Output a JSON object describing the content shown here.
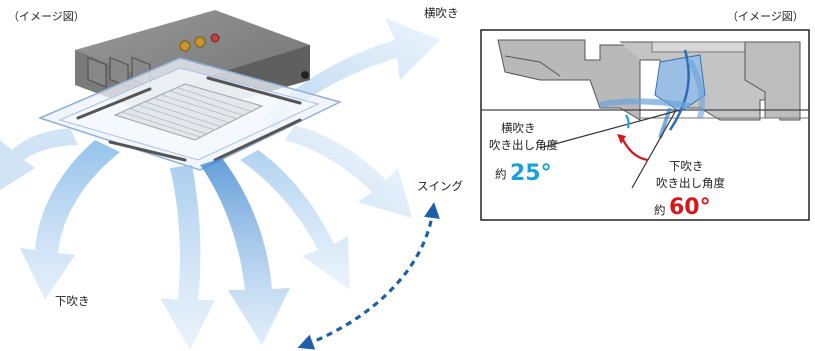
{
  "left_diagram": {
    "caption": "（イメージ図）",
    "label_side_blow": "横吹き",
    "label_down_blow": "下吹き",
    "label_swing": "スイング"
  },
  "right_diagram": {
    "caption": "（イメージ図）",
    "side_title_line1": "横吹き",
    "side_title_line2": "吹き出し角度",
    "side_approx": "約",
    "side_angle": "25°",
    "side_angle_value": 25,
    "down_title_line1": "下吹き",
    "down_title_line2": "吹き出し角度",
    "down_approx": "約",
    "down_angle": "60°",
    "down_angle_value": 60
  },
  "colors": {
    "airflow_blue": "#9cc6ec",
    "airflow_dark": "#3f86cf",
    "swing_arrow": "#1f5fa8",
    "accent_cyan": "#1aa0dc",
    "accent_red": "#d8161c",
    "unit_gray": "#8a8a8a"
  }
}
